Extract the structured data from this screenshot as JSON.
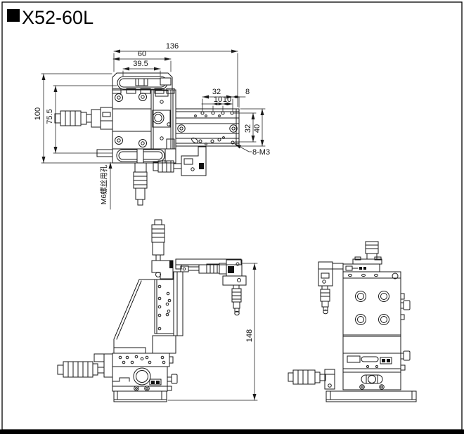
{
  "title": "X52-60L",
  "colors": {
    "line": "#1a1a1a",
    "background": "#ffffff",
    "frame": "#000000"
  },
  "dims": {
    "total_width": "136",
    "plate_width": "60",
    "slot_width": "39.5",
    "total_depth": "100",
    "body_depth": "75.5",
    "rail_hole_span_top": "32",
    "rail_edge_offset": "8",
    "rail_hole_pitch_a": "10",
    "rail_hole_pitch_b": "10",
    "rail_hole_span_side": "32",
    "rail_width": "40",
    "thread_callout": "8-M3",
    "m6_hole_label": "M6螺丝用孔",
    "overall_height": "148"
  }
}
